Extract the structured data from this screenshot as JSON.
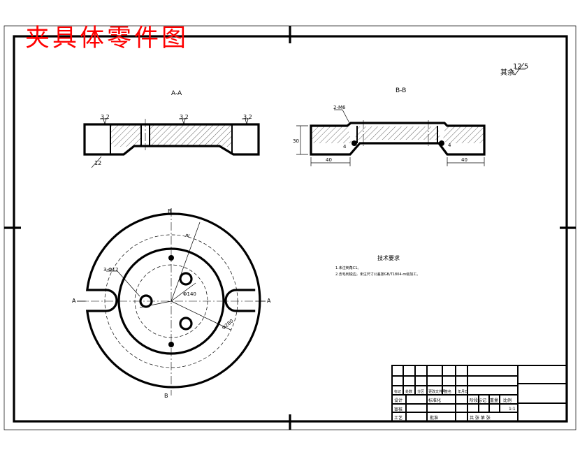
{
  "stamp_title": "夹具体零件图",
  "roughness": {
    "value": "12.5",
    "label": "其余"
  },
  "views": {
    "section_aa": {
      "title": "A-A",
      "callouts": [
        "3.2",
        "3.2",
        "3.2"
      ],
      "bottom_callout": "12"
    },
    "section_bb": {
      "title": "B-B",
      "callout": "2-M6",
      "dim_left": "40",
      "dim_right": "40",
      "dim_height": "30",
      "note_left": "4",
      "note_right": "4"
    },
    "plan": {
      "callout_holes": "3-Φ12",
      "dim_r": "R",
      "dim_phi_inner": "Φ140",
      "dim_phi_outer": "Φ280",
      "label_a_left": "A",
      "label_a_right": "A",
      "label_b_top": "B",
      "label_b_bottom": "B"
    }
  },
  "tech_req": {
    "title": "技术要求",
    "line1": "1.未注倒角C1。",
    "line2": "2.去毛刺锐边，未注尺寸公差按GB/T1804-m级加工。"
  },
  "title_block": {
    "row_labels": [
      "标记",
      "处数",
      "分区",
      "更改文件号",
      "签名",
      "年月日"
    ],
    "design": "设计",
    "standard": "标准化",
    "review": "审核",
    "process": "工艺",
    "approve": "批准",
    "stage_mark": "阶段标记",
    "weight": "重量",
    "scale": "比例",
    "scale_value": "1:1",
    "sheets": "共  张  第  张"
  }
}
